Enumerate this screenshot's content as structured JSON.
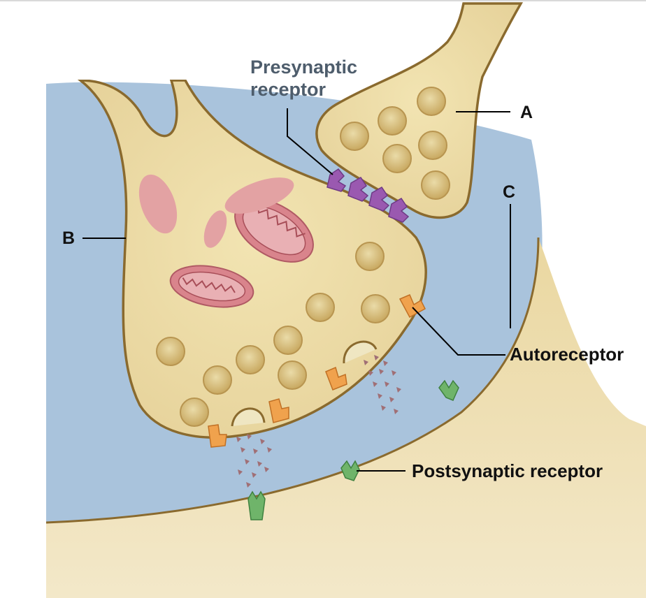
{
  "labels": {
    "presynaptic_line1": "Presynaptic",
    "presynaptic_line2": "receptor",
    "a": "A",
    "b": "B",
    "c": "C",
    "autoreceptor": "Autoreceptor",
    "postsynaptic": "Postsynaptic receptor"
  },
  "colors": {
    "neuron_fill": "#ead9a0",
    "membrane": "#8a6a2e",
    "cleft": "#a9c3dc",
    "vesicle": "#cdb06a",
    "mitochondrion": "#d9848c",
    "presynaptic_receptor": "#9a59b0",
    "autoreceptor": "#f0a24d",
    "postsynaptic_receptor": "#6fb46a",
    "neurotransmitter": "#a06f75",
    "title_text": "#4e5d6c"
  }
}
